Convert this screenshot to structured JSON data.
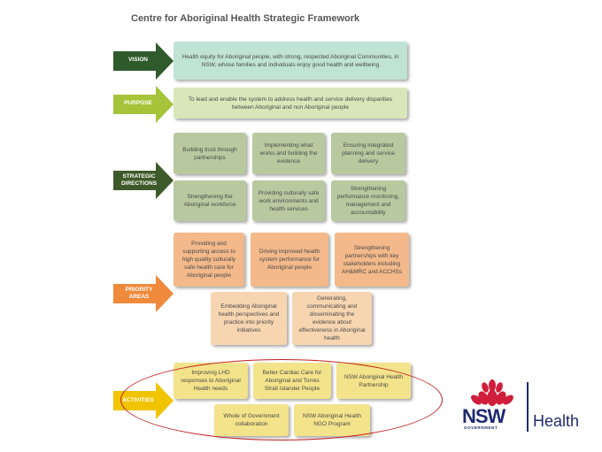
{
  "title": "Centre for Aboriginal Health Strategic Framework",
  "sections": {
    "vision": {
      "label": "VISION",
      "text": "Health equity for Aboriginal people, with strong, respected Aboriginal Communities, in NSW, whose families and individuals enjoy good health and wellbeing"
    },
    "purpose": {
      "label": "PURPOSE",
      "text": "To lead and enable the system to address health and service delivery disparities between Aboriginal and non Aboriginal people"
    },
    "strategic_directions": {
      "label": "STRATEGIC DIRECTIONS",
      "items": [
        "Building trust through partnerships",
        "Implementing what works and building the evidence",
        "Ensuring integrated planning and service delivery",
        "Strengthening the Aboriginal workforce",
        "Providing culturally safe work environments and health services",
        "Strengthening performance monitoring, management and accountability"
      ]
    },
    "priority_areas": {
      "label": "PRIORITY AREAS",
      "items": [
        "Providing and supporting access to high quality culturally safe health care for Aboriginal people",
        "Driving improved health system performance for Aboriginal people",
        "Strengthening partnerships with key stakeholders including AH&MRC and ACCHSs",
        "Embedding Aboriginal health perspectives and practice into priority initiatives",
        "Generating, communicating and disseminating the evidence about effectiveness in Aboriginal health"
      ]
    },
    "activities": {
      "label": "ACTIVITIES",
      "items": [
        "Improving LHD responses to Aboriginal Health needs",
        "Better Cardiac Care for Aboriginal and Torres Strait Islander People",
        "NSW Aboriginal Health Partnership",
        "Whole of Government collaboration",
        "NSW Aboriginal Health NGO Program"
      ]
    }
  },
  "logo": {
    "nsw": "NSW",
    "government": "GOVERNMENT",
    "health": "Health"
  },
  "colors": {
    "vision_arrow": "#2f5a2c",
    "purpose_arrow": "#a6c43a",
    "strategic_arrow": "#3e5a2a",
    "priority_arrow": "#ef8a3c",
    "activities_arrow": "#f0c400",
    "highlight_ellipse": "#c0201f",
    "nsw_blue": "#1f2a6e",
    "waratah_red": "#d01f3b"
  }
}
